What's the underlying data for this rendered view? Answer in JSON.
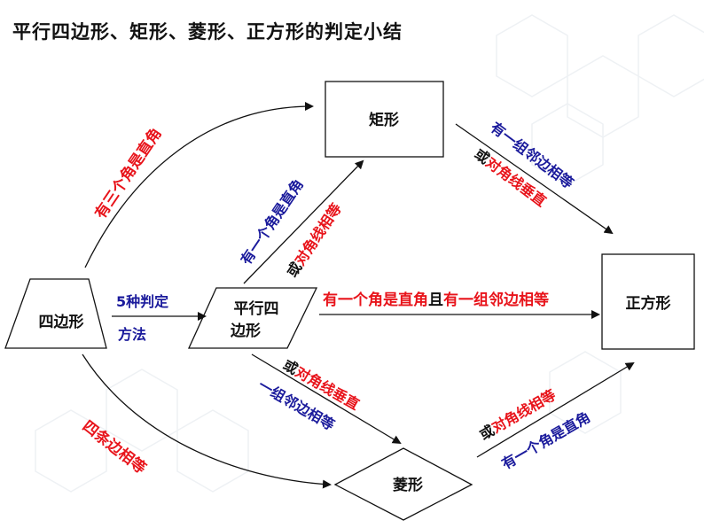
{
  "title": "平行四边形、矩形、菱形、正方形的判定小结",
  "colors": {
    "red": "#e8141b",
    "blue": "#1b1b9c",
    "black": "#111111"
  },
  "nodes": {
    "quadrilateral": "四边形",
    "parallelogram_line1": "平行四",
    "parallelogram_line2": "边形",
    "rectangle": "矩形",
    "rhombus": "菱形",
    "square": "正方形"
  },
  "edges": {
    "quad_to_para_line1": "5种判定",
    "quad_to_para_line2": "方法",
    "quad_to_rect": "有三个角是直角",
    "quad_to_rhombus": "四条边相等",
    "para_to_rect_a": "有一个角是直角",
    "para_to_rect_or": "或",
    "para_to_rect_b": "对角线相等",
    "para_to_square_a": "有一个角是直角",
    "para_to_square_and": "且",
    "para_to_square_b": "有一组邻边相等",
    "para_to_rhombus_or": "或",
    "para_to_rhombus_a": "对角线垂直",
    "para_to_rhombus_b": "一组邻边相等",
    "rect_to_square_a": "有一组邻边相等",
    "rect_to_square_or": "或",
    "rect_to_square_b": "对角线垂直",
    "rhombus_to_square_or": "或",
    "rhombus_to_square_a": "对角线相等",
    "rhombus_to_square_b": "有一个角是直角"
  }
}
